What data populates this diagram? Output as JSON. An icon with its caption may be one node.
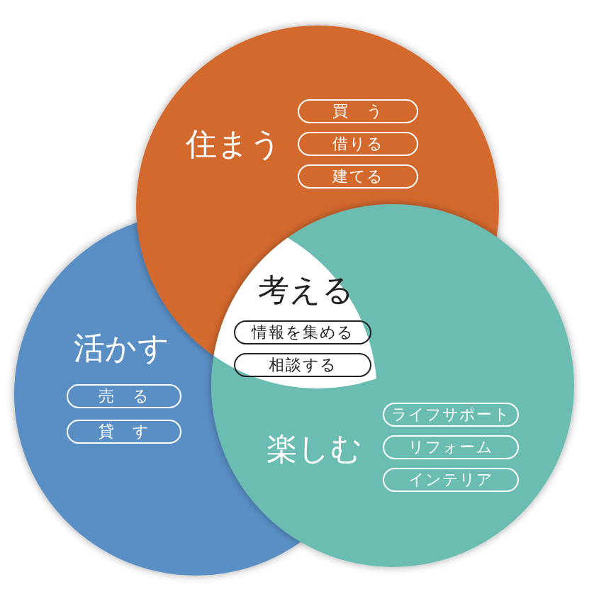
{
  "diagram": {
    "nodes": [
      {
        "text": [
          "住まう"
        ]
      },
      {
        "text": [
          "買　う"
        ],
        "in": 0
      },
      {
        "text": [
          "借りる"
        ],
        "in": 0
      },
      {
        "text": [
          "建てる"
        ],
        "in": 0
      },
      {
        "text": [
          "考える"
        ]
      },
      {
        "text": [
          "情報を集める"
        ]
      },
      {
        "text": [
          "相談する"
        ]
      },
      {
        "text": [
          "活かす"
        ]
      },
      {
        "text": [
          "売　る"
        ],
        "in": 7
      },
      {
        "text": [
          "貸　す"
        ],
        "in": 7
      },
      {
        "text": [
          "楽しむ"
        ]
      },
      {
        "text": [
          "ライフサポート"
        ],
        "in": 10
      },
      {
        "text": [
          "リフォーム"
        ],
        "in": 10
      },
      {
        "text": [
          "インテリア"
        ],
        "in": 10
      }
    ]
  }
}
